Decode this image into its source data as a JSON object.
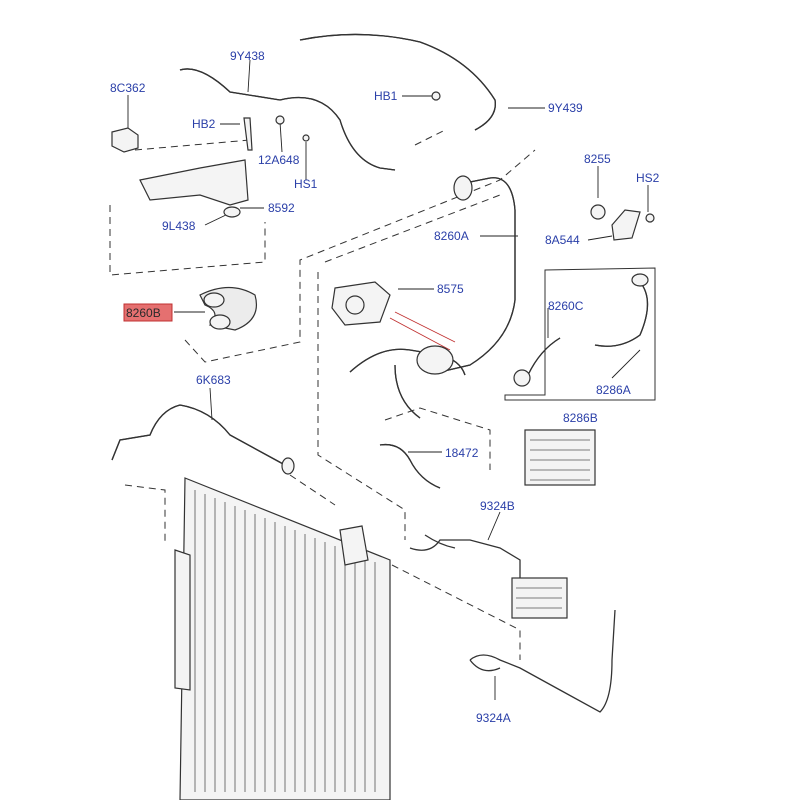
{
  "labels": {
    "p8C362": "8C362",
    "p9Y438": "9Y438",
    "pHB1": "HB1",
    "p9Y439": "9Y439",
    "pHB2": "HB2",
    "p12A648": "12A648",
    "pHS1": "HS1",
    "p8255": "8255",
    "pHS2": "HS2",
    "p8592": "8592",
    "p9L438": "9L438",
    "p8260A": "8260A",
    "p8A544": "8A544",
    "p8575": "8575",
    "p8260B": "8260B",
    "p8260C": "8260C",
    "p8286A": "8286A",
    "p8286B": "8286B",
    "p6K683": "6K683",
    "p18472": "18472",
    "p9324B": "9324B",
    "p9324A": "9324A"
  },
  "colors": {
    "label_text": "#2a3fa8",
    "highlight_fill": "#e57070",
    "highlight_border": "#c03030",
    "line": "#222222"
  }
}
